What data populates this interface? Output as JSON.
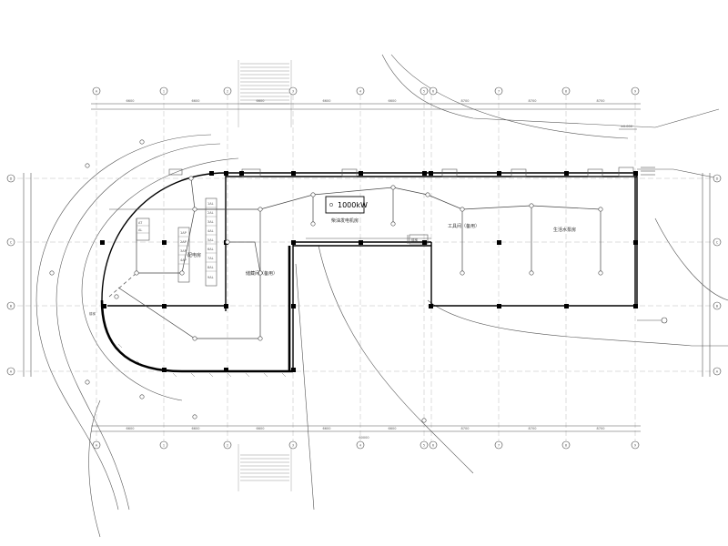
{
  "grid": {
    "columns": [
      "A",
      "1",
      "2",
      "3",
      "4",
      "5",
      "6",
      "7",
      "8",
      "9"
    ],
    "rows": [
      "D",
      "C",
      "B",
      "A"
    ]
  },
  "dims_top": [
    "6600",
    "6600",
    "6600",
    "6600",
    "6600",
    "8700",
    "8700",
    "8700"
  ],
  "dims_bottom": [
    "6600",
    "6600",
    "6600",
    "6600",
    "6600",
    "8700",
    "8700",
    "8700"
  ],
  "total_dim": "60000",
  "rooms": {
    "generator_room": "柴油发电机房",
    "workshop": "工具间（备用）",
    "pump_room": "生活水泵房",
    "distribution_room": "配电房",
    "equipment_room": "储藏间（备用）",
    "corner": "楼梯",
    "stair": "楼梯"
  },
  "generator_label": "1000kW",
  "panels": [
    "1AL",
    "2AL",
    "3AL",
    "4AL",
    "5AL",
    "6AL",
    "7AL",
    "8AL",
    "9AL"
  ],
  "small_panels": [
    "1AP",
    "2AP",
    "3AP",
    "4AP"
  ],
  "wall_panels": [
    "AT",
    "AL"
  ],
  "elevation_mark": "±0.000",
  "colors": {
    "line": "#444444",
    "wall": "#000000",
    "bg": "#ffffff"
  }
}
